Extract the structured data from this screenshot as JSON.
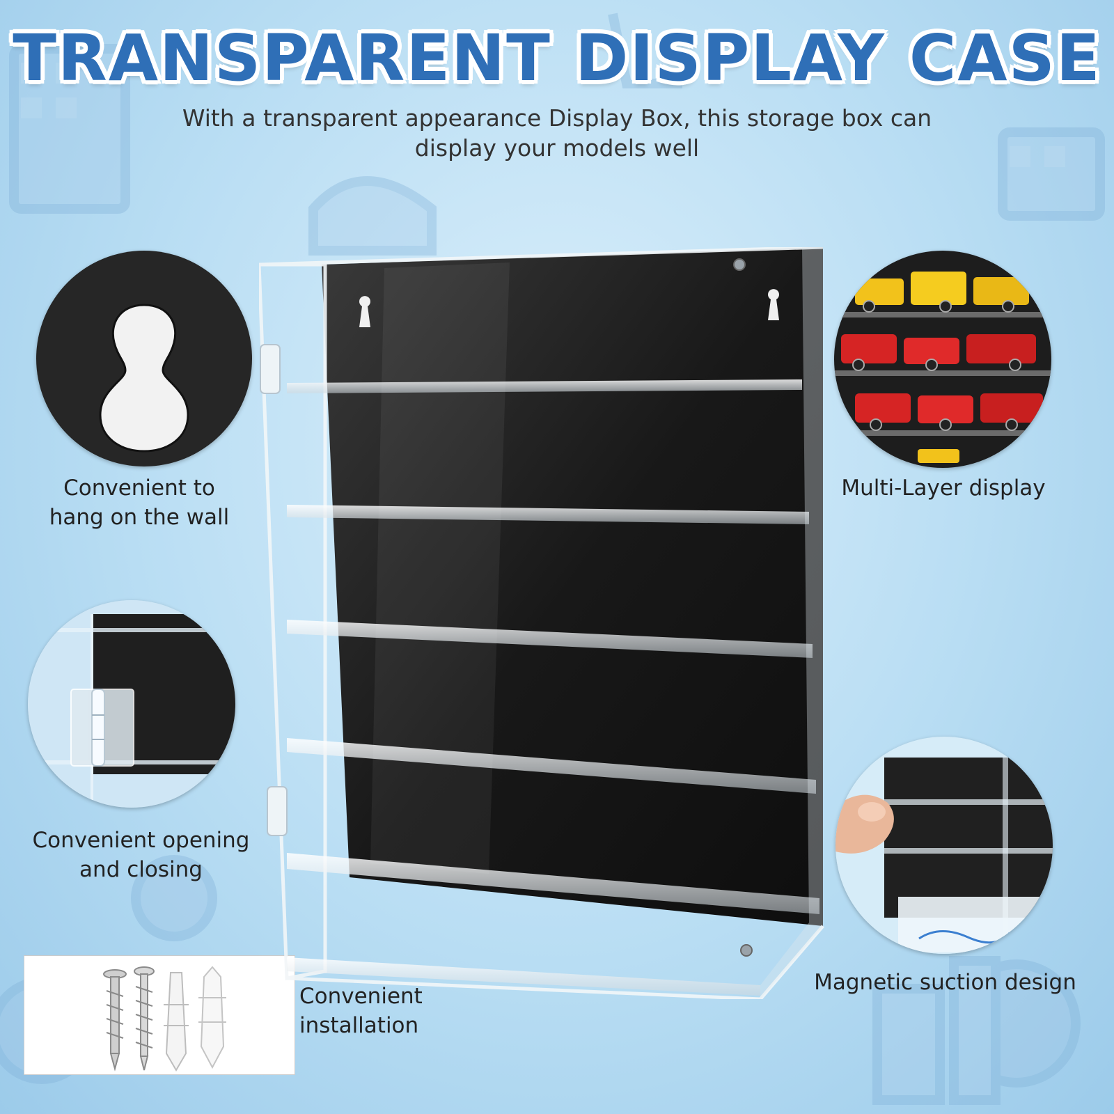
{
  "header": {
    "title": "TRANSPARENT DISPLAY CASE",
    "subtitle_line1": "With a transparent appearance Display Box, this storage box can",
    "subtitle_line2": "display your models well"
  },
  "features": {
    "hang": {
      "line1": "Convenient to",
      "line2": "hang on the wall"
    },
    "multilayer": {
      "line1": "Multi-Layer display"
    },
    "opening": {
      "line1": "Convenient opening",
      "line2": "and closing"
    },
    "magnetic": {
      "line1": "Magnetic suction design"
    },
    "installation": {
      "line1": "Convenient",
      "line2": "installation"
    }
  },
  "colors": {
    "title_blue": "#2f6fb7",
    "background": "#b8ddf3",
    "case_black": "#141414"
  }
}
